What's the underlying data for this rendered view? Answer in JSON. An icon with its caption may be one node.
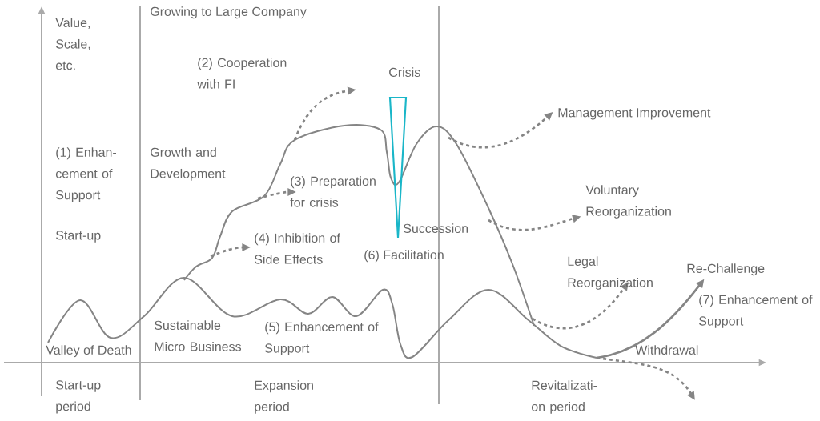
{
  "diagram": {
    "nodes": [
      {
        "text": [
          "Management Improvement"
        ]
      },
      {
        "text": [
          "Voluntary Reorganization"
        ]
      },
      {
        "text": [
          "Re-Challenge"
        ]
      }
    ],
    "edges": [
      {
        "from": null,
        "to": 0,
        "arrow": "to",
        "style": "dashed"
      },
      {
        "from": null,
        "to": 1,
        "arrow": "to",
        "style": "dashed"
      },
      {
        "from": null,
        "to": 2,
        "arrow": "to"
      }
    ],
    "labels": [
      "Value, Scale, etc.",
      "Growing to Large Company",
      "(2) Cooperation with FI",
      "Crisis",
      "(1) Enhan- cement of Support",
      "Growth and Development",
      "(3) Preparation for crisis",
      "Start-up",
      "Succession",
      "(4) Inhibition of Side Effects",
      "(6) Facilitation",
      "Legal Reorganization",
      "(7) Enhancement of Support",
      "Sustainable Micro Business",
      "(5) Enhancement of Support",
      "Valley of Death",
      "Withdrawal",
      "Start-up period",
      "Expansion period",
      "Revitalizati- on period"
    ]
  }
}
